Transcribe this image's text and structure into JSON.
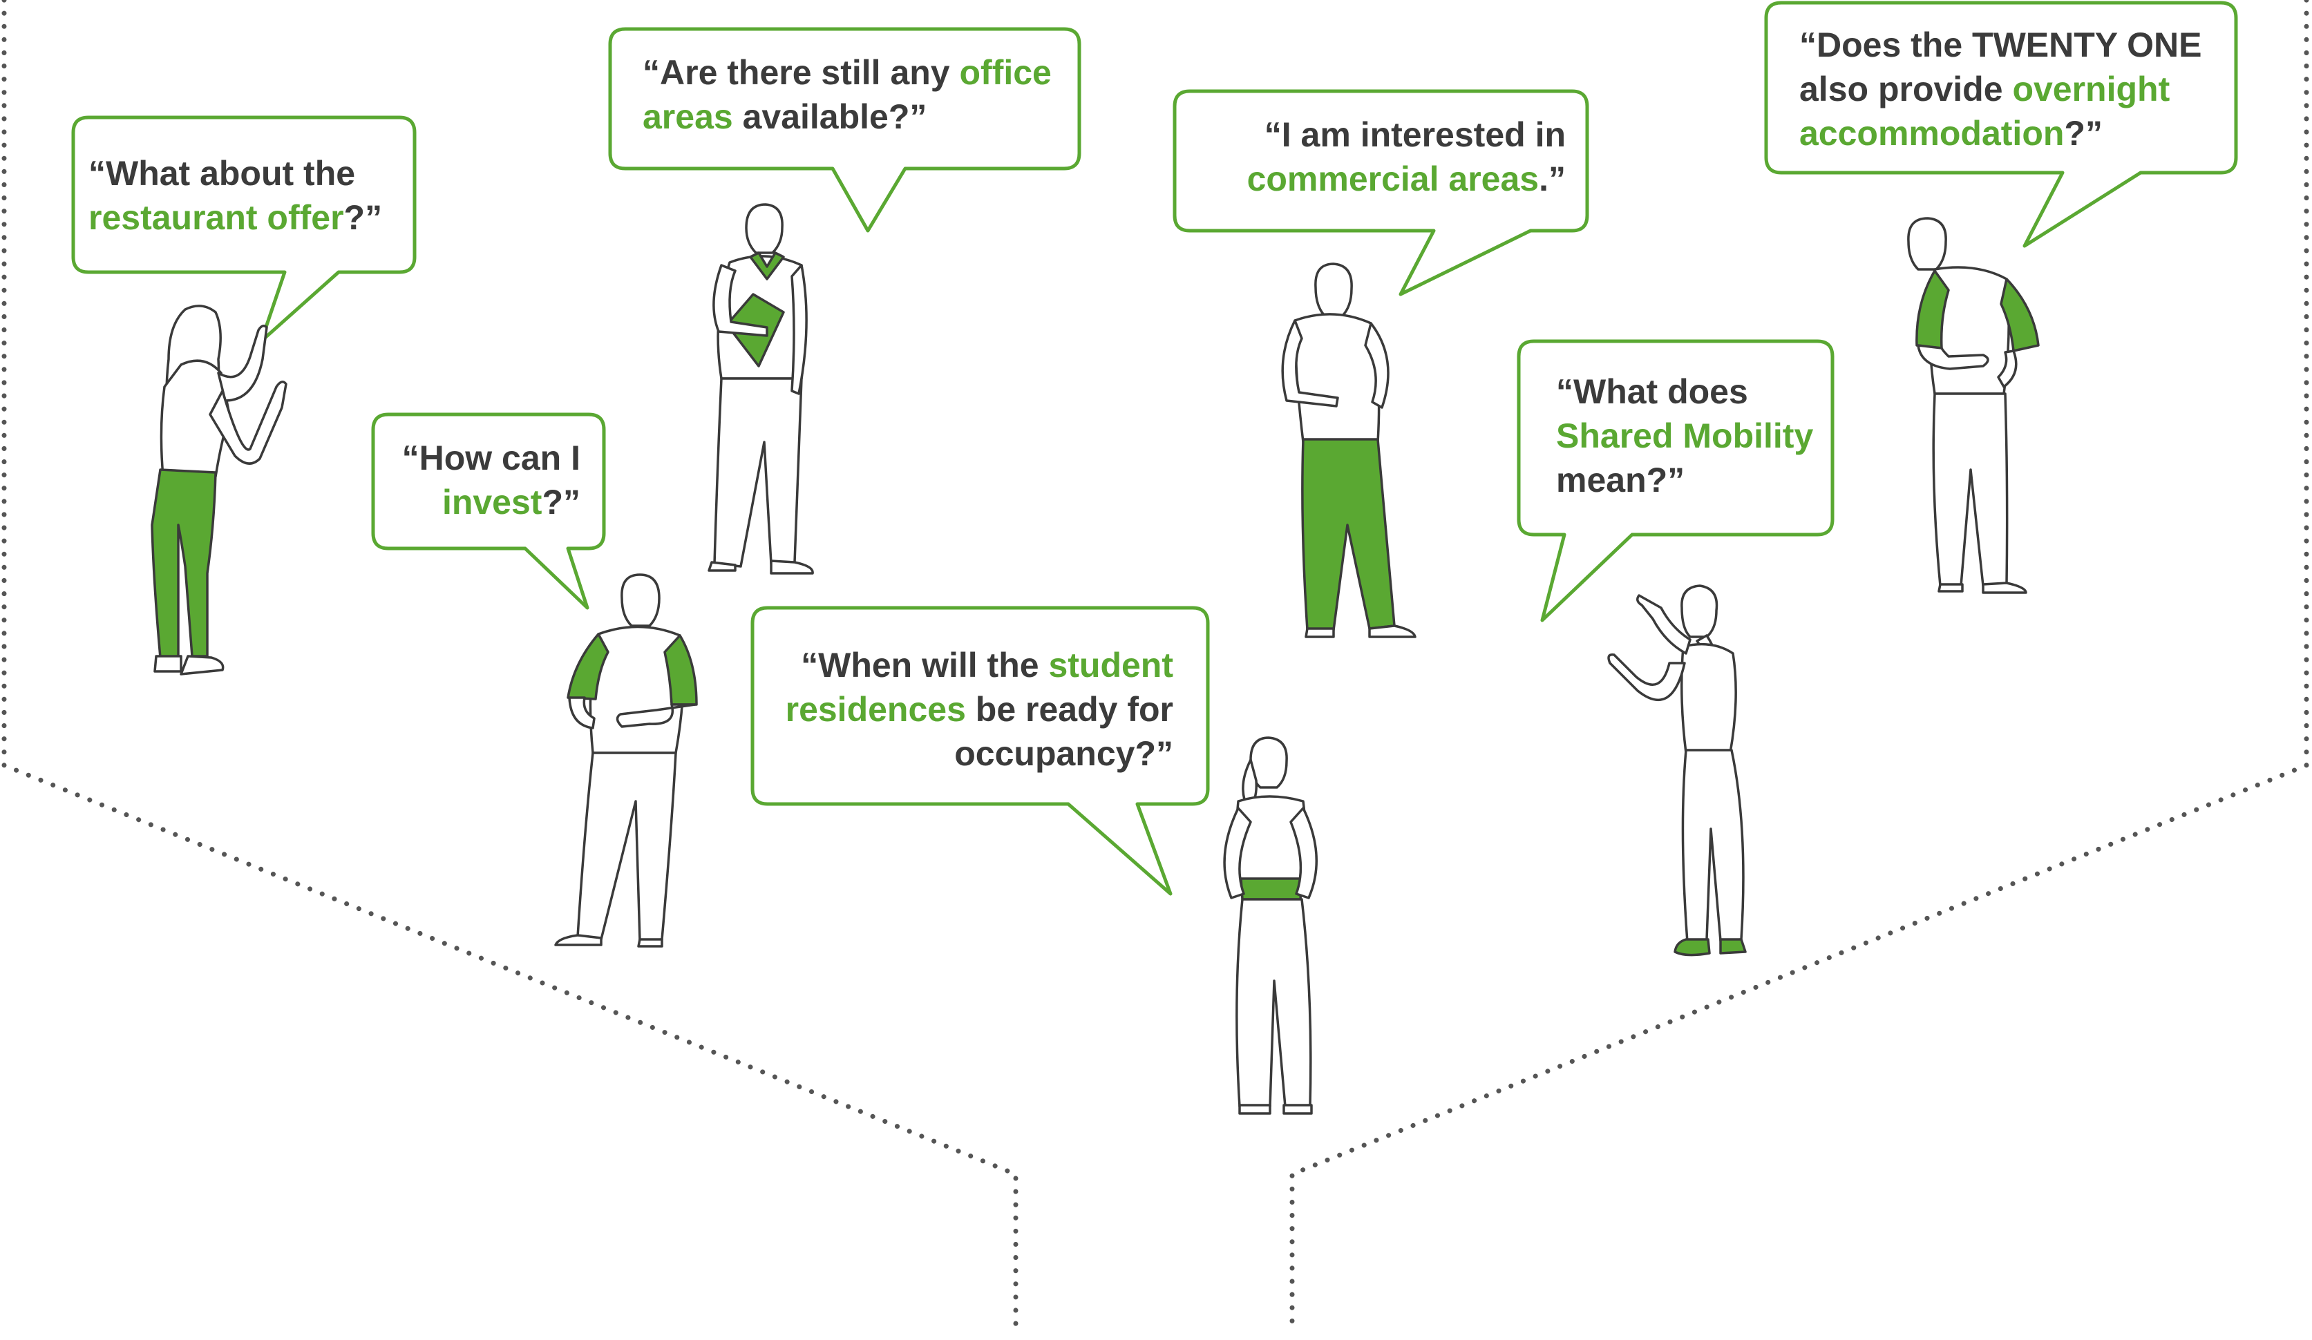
{
  "colors": {
    "accent": "#5aa832",
    "text": "#3b3b3b",
    "outline": "#3a3a3a",
    "bubble_border": "#5aa832",
    "dotted_path": "#555555"
  },
  "bubbles": [
    {
      "id": "restaurant",
      "align": "left",
      "lines": [
        [
          {
            "t": "“What about the",
            "hl": false
          }
        ],
        [
          {
            "t": "restaurant offer",
            "hl": true
          },
          {
            "t": "?”",
            "hl": false
          }
        ]
      ]
    },
    {
      "id": "office",
      "align": "left",
      "lines": [
        [
          {
            "t": "“Are there still any ",
            "hl": false
          },
          {
            "t": "office",
            "hl": true
          }
        ],
        [
          {
            "t": "areas",
            "hl": true
          },
          {
            "t": " available?”",
            "hl": false
          }
        ]
      ]
    },
    {
      "id": "commercial",
      "align": "right",
      "lines": [
        [
          {
            "t": "“I am interested in",
            "hl": false
          }
        ],
        [
          {
            "t": "commercial areas",
            "hl": true
          },
          {
            "t": ".”",
            "hl": false
          }
        ]
      ]
    },
    {
      "id": "overnight",
      "align": "left",
      "lines": [
        [
          {
            "t": "“Does the TWENTY ONE",
            "hl": false
          }
        ],
        [
          {
            "t": "also provide ",
            "hl": false
          },
          {
            "t": "overnight",
            "hl": true
          }
        ],
        [
          {
            "t": "accommodation",
            "hl": true
          },
          {
            "t": "?”",
            "hl": false
          }
        ]
      ]
    },
    {
      "id": "invest",
      "align": "right",
      "lines": [
        [
          {
            "t": "“How can I",
            "hl": false
          }
        ],
        [
          {
            "t": "invest",
            "hl": true
          },
          {
            "t": "?”",
            "hl": false
          }
        ]
      ]
    },
    {
      "id": "mobility",
      "align": "left",
      "lines": [
        [
          {
            "t": "“What does",
            "hl": false
          }
        ],
        [
          {
            "t": "Shared Mobility",
            "hl": true
          }
        ],
        [
          {
            "t": "mean?”",
            "hl": false
          }
        ]
      ]
    },
    {
      "id": "student",
      "align": "right",
      "lines": [
        [
          {
            "t": "“When will the ",
            "hl": false
          },
          {
            "t": "student",
            "hl": true
          }
        ],
        [
          {
            "t": "residences",
            "hl": true
          },
          {
            "t": " be ready for",
            "hl": false
          }
        ],
        [
          {
            "t": "occupancy?”",
            "hl": false
          }
        ]
      ]
    }
  ],
  "people": [
    {
      "id": "woman-pointing-left",
      "accent_part": "trousers"
    },
    {
      "id": "man-with-folder",
      "accent_part": "collar-and-folder"
    },
    {
      "id": "man-green-sleeves",
      "accent_part": "sleeves"
    },
    {
      "id": "man-green-trousers",
      "accent_part": "trousers"
    },
    {
      "id": "woman-with-belt",
      "accent_part": "belt"
    },
    {
      "id": "woman-braid-pointing",
      "accent_part": "shoes"
    },
    {
      "id": "man-green-sleeves-right",
      "accent_part": "sleeves"
    }
  ]
}
